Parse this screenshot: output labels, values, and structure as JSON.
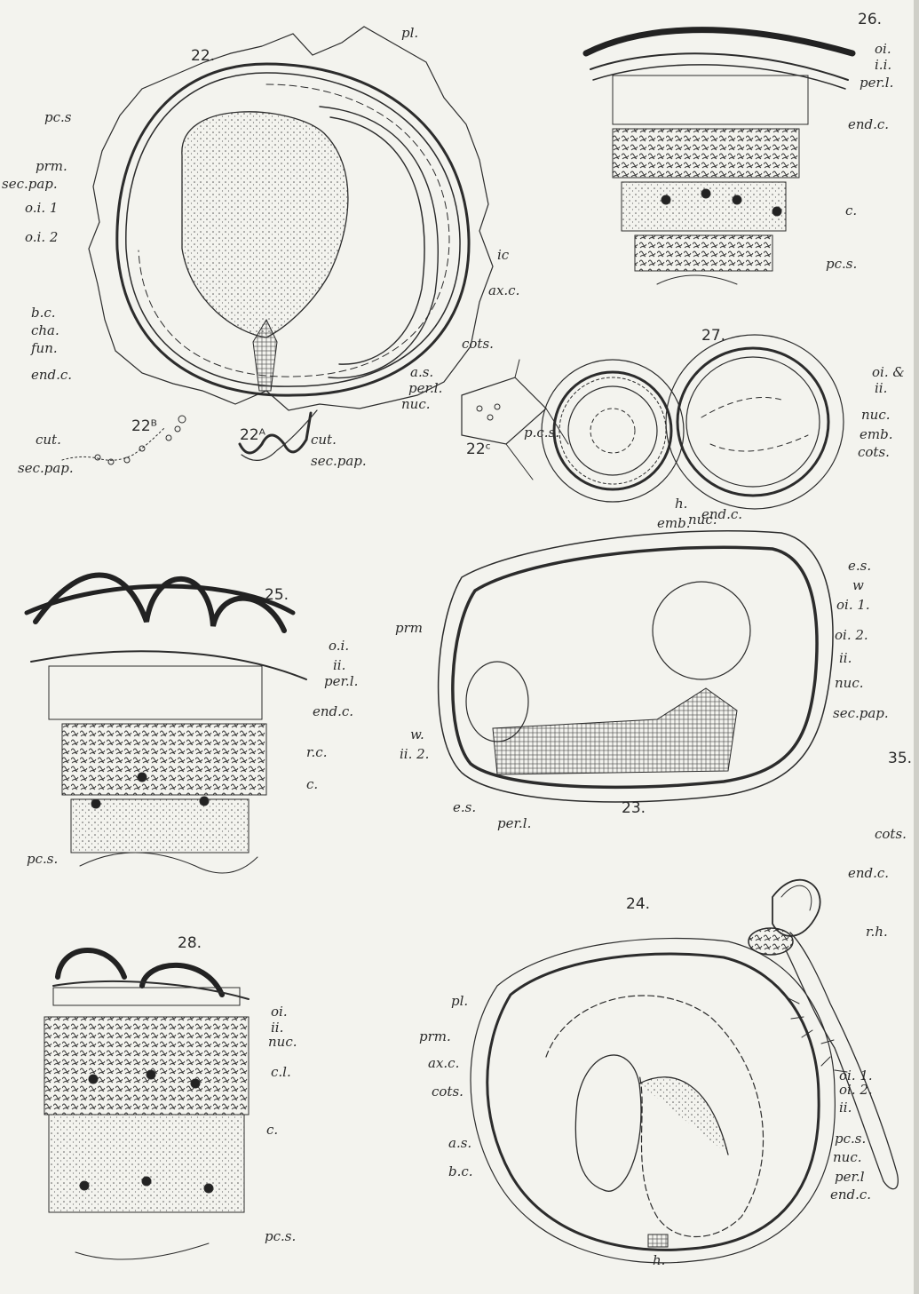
{
  "figures": {
    "f22": "22.",
    "f22b": "22ᴮ",
    "f22a": "22ᴬ",
    "f22c": "22ᶜ",
    "f23": "23.",
    "f24": "24.",
    "f25": "25.",
    "f26": "26.",
    "f27": "27.",
    "f28": "28.",
    "f35": "35."
  },
  "labels": {
    "f22": {
      "pl": "pl.",
      "pcs": "pc.s",
      "prm": "prm.",
      "secpap": "sec.pap.",
      "oi1": "o.i. 1",
      "oi2": "o.i. 2",
      "bc": "b.c.",
      "cha": "cha.",
      "fun": "fun.",
      "endc": "end.c.",
      "ic": "ic",
      "axc": "ax.c.",
      "cots": "cots.",
      "as": "a.s.",
      "perl": "per.l.",
      "nuc": "nuc."
    },
    "f22b": {
      "cut": "cut.",
      "secpap": "sec.pap."
    },
    "f22a": {
      "cut": "cut.",
      "secpap": "sec.pap."
    },
    "f26": {
      "oi": "oi.",
      "ii": "i.i.",
      "perl": "per.l.",
      "endc": "end.c.",
      "c": "c.",
      "pcs": "pc.s."
    },
    "f27": {
      "oi": "oi. &",
      "ii": "ii.",
      "nuc": "nuc.",
      "emb": "emb.",
      "cots": "cots.",
      "pcs": "p.c.s.",
      "h": "h.",
      "endc": "end.c.",
      "nuc2": "nuc.",
      "emb2": "emb."
    },
    "f23": {
      "es": "e.s.",
      "w": "w",
      "oi1": "oi. 1.",
      "oi2": "oi. 2.",
      "ii": "ii.",
      "nuc": "nuc.",
      "secpap": "sec.pap.",
      "prm": "prm",
      "w2": "w.",
      "ii2": "ii. 2.",
      "es2": "e.s.",
      "perl": "per.l."
    },
    "f25": {
      "oi": "o.i.",
      "ii": "ii.",
      "perl": "per.l.",
      "endc": "end.c.",
      "rc": "r.c.",
      "c": "c.",
      "pcs": "pc.s."
    },
    "f35": {
      "cots": "cots.",
      "endc": "end.c.",
      "rh": "r.h."
    },
    "f24": {
      "pl": "pl.",
      "prm": "prm.",
      "axc": "ax.c.",
      "cots": "cots.",
      "as": "a.s.",
      "bc": "b.c.",
      "h": "h.",
      "oi1": "oi. 1.",
      "oi2": "oi. 2.",
      "ii": "ii.",
      "pcs": "pc.s.",
      "nuc": "nuc.",
      "perl": "per.l",
      "endc": "end.c."
    },
    "f28": {
      "oi": "oi.",
      "ii": "ii.",
      "nuc": "nuc.",
      "cl": "c.l.",
      "c": "c.",
      "pcs": "pc.s."
    }
  }
}
